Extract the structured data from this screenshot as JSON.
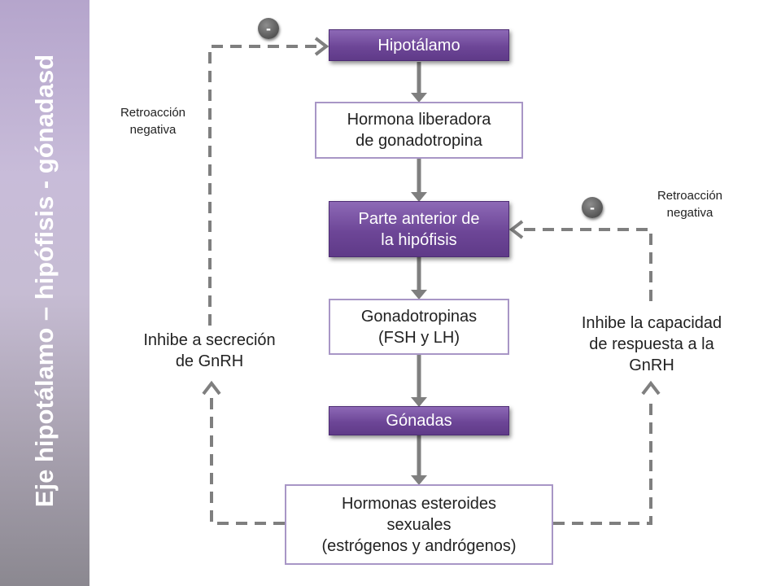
{
  "sidebar": {
    "title": "Eje hipotálamo – hipófisis - gónadasd"
  },
  "boxes": {
    "hipotalamo": "Hipotálamo",
    "gnrh": "Hormona liberadora\nde gonadotropina",
    "hipofisis": "Parte anterior de\nla hipófisis",
    "gonadotropinas": "Gonadotropinas\n(FSH y LH)",
    "gonadas": "Gónadas",
    "esteroides": "Hormonas esteroides\nsexuales\n(estrógenos y andrógenos)"
  },
  "left_loop": {
    "feedback_label": "Retroacción\nnegativa",
    "effect_label": "Inhibe a secreción\nde GnRH",
    "sign": "-"
  },
  "right_loop": {
    "feedback_label": "Retroacción\nnegativa",
    "effect_label": "Inhibe la capacidad\nde respuesta a la\nGnRH",
    "sign": "-"
  },
  "colors": {
    "purple_box": "#6d4697",
    "outline_box": "#a896c6",
    "arrow": "#7f7f7f",
    "sidebar": "#b5a5cc"
  }
}
